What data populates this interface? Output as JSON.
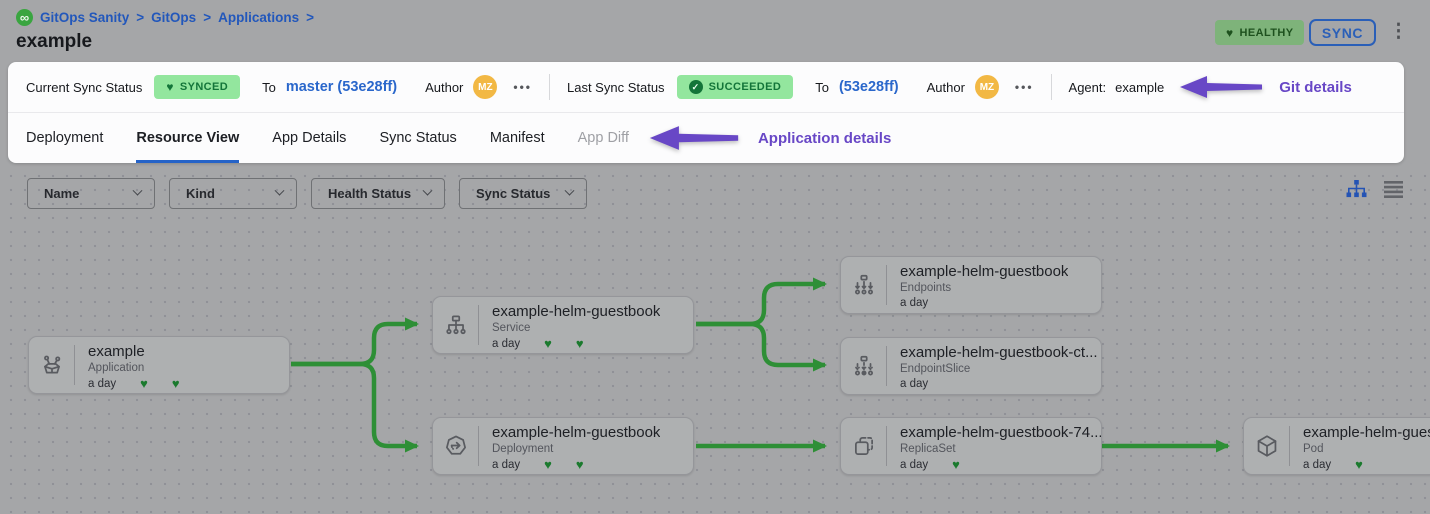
{
  "breadcrumb": {
    "items": [
      "GitOps Sanity",
      "GitOps",
      "Applications"
    ],
    "separator": ">"
  },
  "page": {
    "title": "example"
  },
  "header_actions": {
    "health_badge": "HEALTHY",
    "sync_button": "SYNC"
  },
  "icons": {
    "heart": "♥",
    "check": "✓",
    "ellipsis": "•••",
    "kebab": "⋮",
    "infinity": "∞"
  },
  "status_bar": {
    "current_sync": {
      "label": "Current Sync Status",
      "badge": "SYNCED",
      "to": "To",
      "revision": "master (53e28ff)",
      "author_label": "Author",
      "author_initials": "MZ"
    },
    "last_sync": {
      "label": "Last Sync Status",
      "badge": "SUCCEEDED",
      "to": "To",
      "revision": "(53e28ff)",
      "author_label": "Author",
      "author_initials": "MZ"
    },
    "agent_label": "Agent:",
    "agent_value": "example",
    "annotation": "Git details"
  },
  "tabs": {
    "items": [
      "Deployment",
      "Resource View",
      "App Details",
      "Sync Status",
      "Manifest",
      "App Diff"
    ],
    "active": "Resource View",
    "annotation": "Application details"
  },
  "filters": {
    "name": "Name",
    "kind": "Kind",
    "health": "Health Status",
    "sync": "Sync Status"
  },
  "graph": {
    "nodes": [
      {
        "title": "example",
        "kind": "Application",
        "age": "a day",
        "hearts": 2,
        "icon": "application"
      },
      {
        "title": "example-helm-guestbook",
        "kind": "Service",
        "age": "a day",
        "hearts": 2,
        "icon": "service"
      },
      {
        "title": "example-helm-guestbook",
        "kind": "Endpoints",
        "age": "a day",
        "hearts": 0,
        "icon": "endpoints"
      },
      {
        "title": "example-helm-guestbook-ct...",
        "kind": "EndpointSlice",
        "age": "a day",
        "hearts": 0,
        "icon": "endpointslice"
      },
      {
        "title": "example-helm-guestbook",
        "kind": "Deployment",
        "age": "a day",
        "hearts": 2,
        "icon": "deployment"
      },
      {
        "title": "example-helm-guestbook-74...",
        "kind": "ReplicaSet",
        "age": "a day",
        "hearts": 1,
        "icon": "replicaset"
      },
      {
        "title": "example-helm-guest",
        "kind": "Pod",
        "age": "a day",
        "hearts": 1,
        "icon": "pod"
      }
    ],
    "edges": [
      {
        "from": 0,
        "to": 1
      },
      {
        "from": 0,
        "to": 4
      },
      {
        "from": 1,
        "to": 2
      },
      {
        "from": 1,
        "to": 3
      },
      {
        "from": 4,
        "to": 5
      },
      {
        "from": 5,
        "to": 6
      }
    ]
  },
  "colors": {
    "accent_blue": "#2a67cb",
    "success_green": "#137539",
    "badge_green_bg": "#93e69e",
    "edge_green": "#2e8f36",
    "annotation_purple": "#6847c6",
    "avatar_orange": "#f2b844"
  }
}
